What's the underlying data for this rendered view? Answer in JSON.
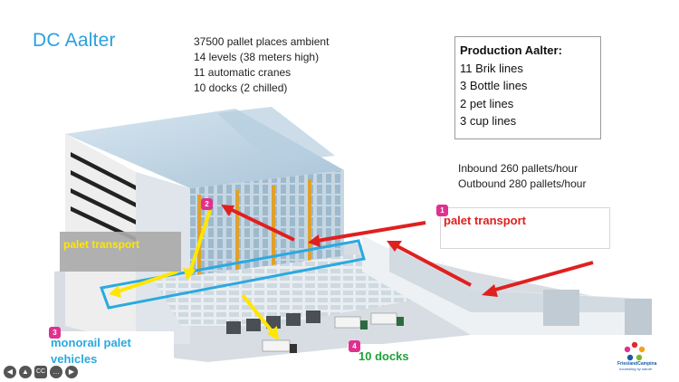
{
  "slide": {
    "title": "DC Aalter",
    "facts": [
      "37500 pallet places ambient",
      "14 levels (38 meters high)",
      "11 automatic cranes",
      "10 docks (2 chilled)"
    ],
    "production": {
      "heading": "Production Aalter:",
      "lines": [
        "11 Brik lines",
        "3 Bottle lines",
        "2 pet lines",
        "3 cup lines"
      ]
    },
    "throughput": {
      "inbound": "Inbound 260 pallets/hour",
      "outbound": "Outbound 280 pallets/hour"
    },
    "callouts": {
      "red": {
        "badge": "1",
        "label": "palet transport",
        "color": "#e0201f"
      },
      "crane": {
        "badge": "2"
      },
      "yellow": {
        "label": "palet transport",
        "color": "#ffe600"
      },
      "blue": {
        "badge": "3",
        "label": "monorail palet vehicles",
        "color": "#2aa9e0"
      },
      "green": {
        "badge": "4",
        "label": "10 docks",
        "color": "#1fa23a"
      }
    },
    "logo": {
      "brand": "FrieslandCampina",
      "tagline": "nourishing by nature"
    }
  },
  "viewer_controls": [
    {
      "name": "previous-icon",
      "glyph": "◀"
    },
    {
      "name": "pointer-icon",
      "glyph": "▲"
    },
    {
      "name": "captions-icon",
      "glyph": "CC"
    },
    {
      "name": "more-icon",
      "glyph": "…"
    },
    {
      "name": "next-icon",
      "glyph": "▶"
    }
  ]
}
